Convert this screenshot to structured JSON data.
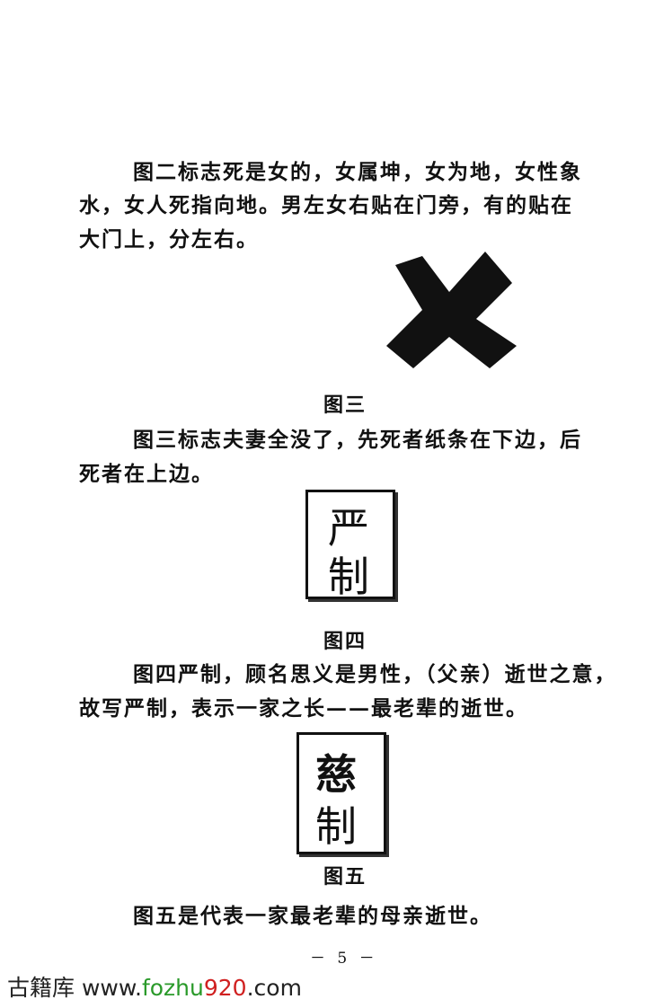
{
  "paragraphs": {
    "fig2_desc": [
      "图二标志死是女的，女属坤，女为地，女性象",
      "水，女人死指向地。男左女右贴在门旁，有的贴在",
      "大门上，分左右。"
    ],
    "fig3_caption": "图三",
    "fig3_desc": [
      "图三标志夫妻全没了，先死者纸条在下边，后",
      "死者在上边。"
    ],
    "fig4_box": [
      "严",
      "制"
    ],
    "fig4_caption": "图四",
    "fig4_desc": [
      "图四严制，顾名思义是男性，（父亲）逝世之意，",
      "故写严制，表示一家之长——最老辈的逝世。"
    ],
    "fig5_box": [
      "慈",
      "制"
    ],
    "fig5_caption": "图五",
    "fig5_desc": [
      "图五是代表一家最老辈的母亲逝世。"
    ]
  },
  "page_number": "－ 5 －",
  "watermark": {
    "prefix": "古籍库 www.",
    "green": "fozhu",
    "red": "920",
    "suffix": ".com"
  }
}
